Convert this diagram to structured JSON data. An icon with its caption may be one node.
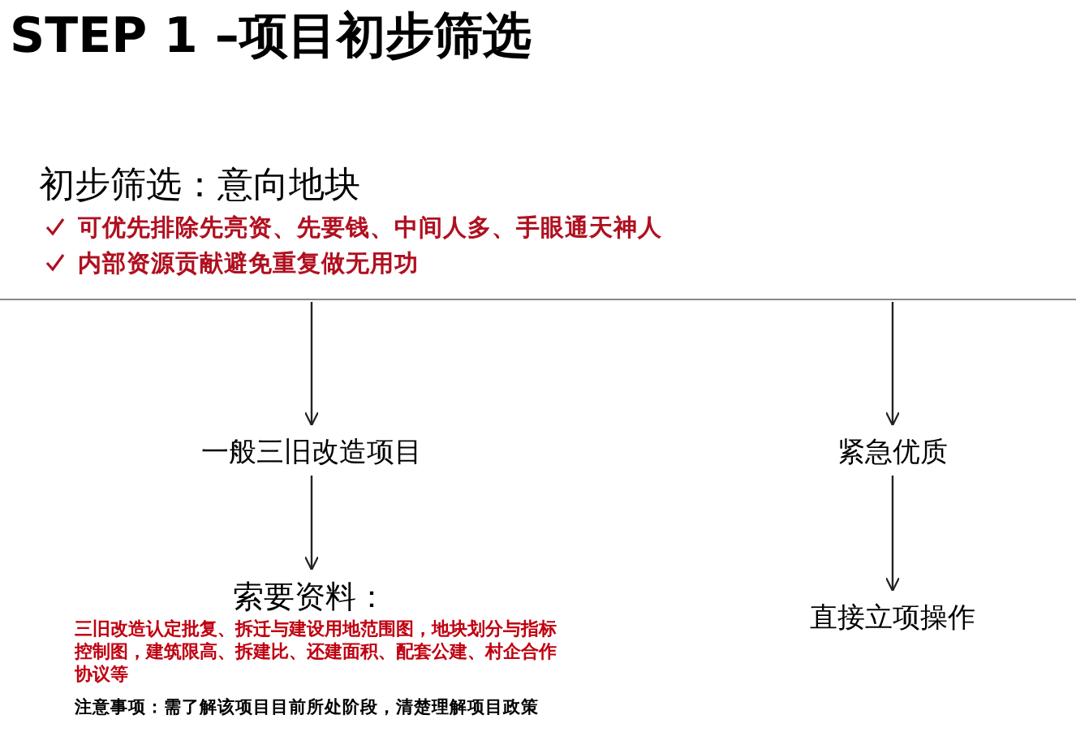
{
  "diagram": {
    "title": "STEP 1 –项目初步筛选",
    "nodes": [
      {
        "text": [
          "初步筛选：意向地块",
          "可优先排除先亮资、先要钱、中间人多、手眼通天神人",
          "内部资源贡献避免重复做无用功"
        ]
      },
      {
        "text": [
          "一般三旧改造项目"
        ]
      },
      {
        "text": [
          "紧急优质"
        ]
      },
      {
        "text": [
          "索要资料：",
          "三旧改造认定批复、拆迁与建设用地范围图，地块划分与指标控制图，建筑限高、拆建比、还建面积、配套公建、村企合作协议等",
          "注意事项：需了解该项目目前所处阶段，清楚理解项目政策"
        ]
      },
      {
        "text": [
          "直接立项操作"
        ]
      }
    ],
    "edges": [
      {
        "from": 0,
        "to": 1,
        "arrow": "to"
      },
      {
        "from": 0,
        "to": 2,
        "arrow": "to"
      },
      {
        "from": 1,
        "to": 3,
        "arrow": "to"
      },
      {
        "from": 2,
        "to": 4,
        "arrow": "to"
      }
    ]
  }
}
